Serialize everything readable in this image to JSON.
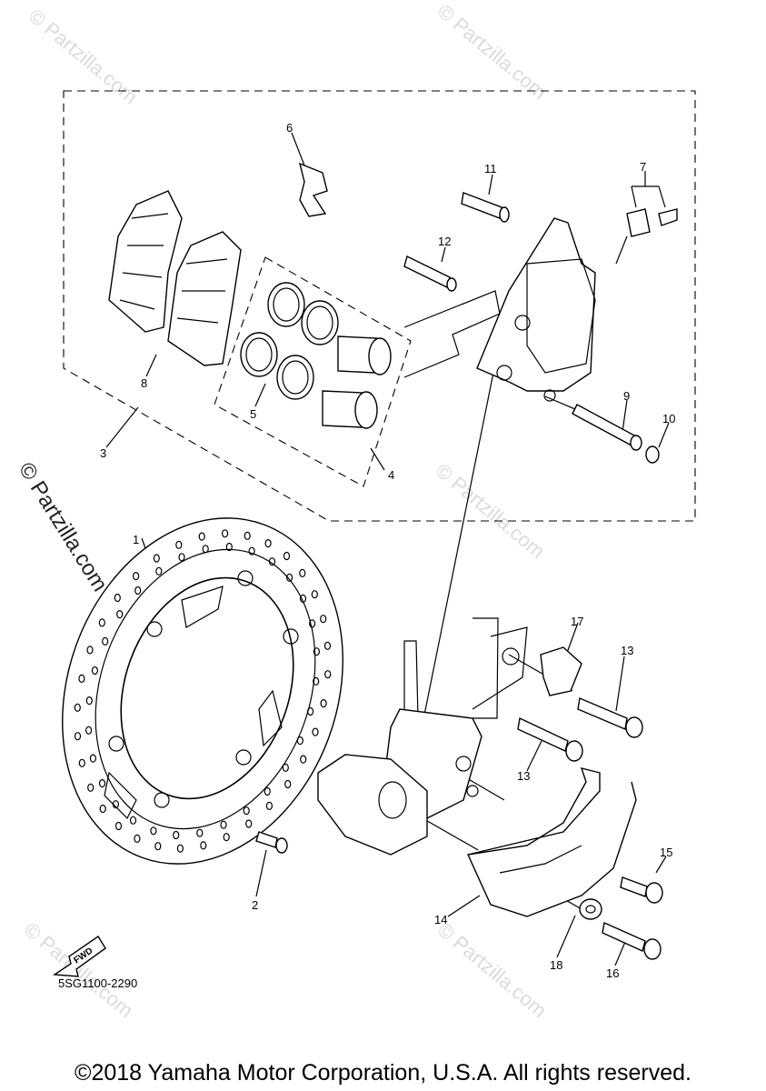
{
  "watermark": "© Partzilla.com",
  "diagram_code": "5SG1100-2290",
  "fwd_label": "FWD",
  "copyright": "©2018 Yamaha Motor Corporation, U.S.A. All rights reserved.",
  "callouts": {
    "c1": "1",
    "c2": "2",
    "c3": "3",
    "c4": "4",
    "c5": "5",
    "c6": "6",
    "c7": "7",
    "c8": "8",
    "c9": "9",
    "c10": "10",
    "c11": "11",
    "c12": "12",
    "c13a": "13",
    "c13b": "13",
    "c14": "14",
    "c15": "15",
    "c16": "16",
    "c17": "17",
    "c18": "18"
  }
}
